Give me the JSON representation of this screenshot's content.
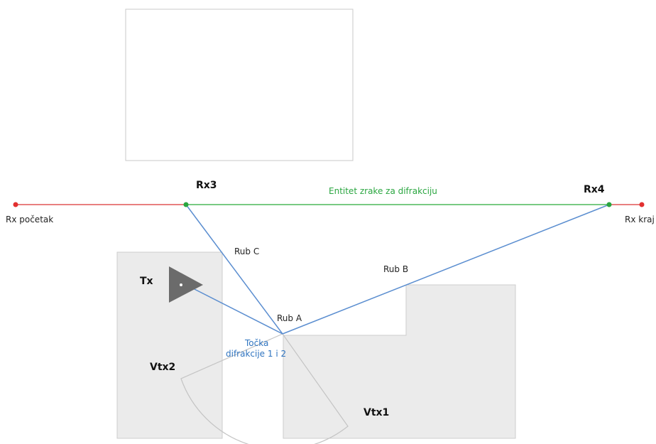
{
  "labels": {
    "rx_start": "Rx početak",
    "rx_end": "Rx kraj",
    "rx3": "Rx3",
    "rx4": "Rx4",
    "ray_entity": "Entitet zrake za difrakciju",
    "tx": "Tx",
    "edge_a": "Rub A",
    "edge_b": "Rub B",
    "edge_c": "Rub C",
    "diffraction_line1": "Točka",
    "diffraction_line2": "difrakcije 1 i 2",
    "vtx1": "Vtx1",
    "vtx2": "Vtx2"
  },
  "colors": {
    "receiver_line_outer": "#e05555",
    "receiver_line_inner": "#4db85a",
    "ray": "#5b8ed0",
    "endpoint_red": "#e23030",
    "endpoint_green": "#2aa640",
    "building_fill": "#ebebeb",
    "building_stroke": "#c9c9c9",
    "transmitter": "#6b6b6b",
    "diffraction_label": "#2f74c0",
    "ray_entity_label": "#2aa640"
  }
}
